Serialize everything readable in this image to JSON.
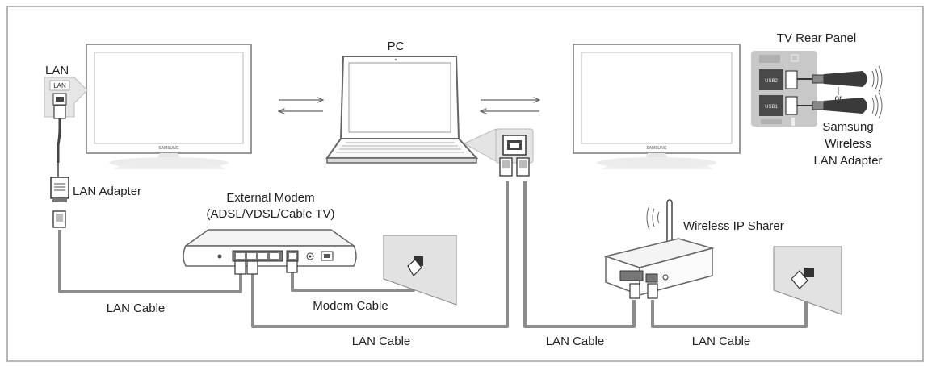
{
  "labels": {
    "lan": "LAN",
    "lan_port": "LAN",
    "lan_adapter": "LAN Adapter",
    "pc": "PC",
    "tv_rear_panel": "TV Rear Panel",
    "samsung_wireless_lan_adapter": [
      "Samsung",
      "Wireless",
      "LAN Adapter"
    ],
    "or": "or",
    "external_modem": [
      "External Modem",
      "(ADSL/VDSL/Cable TV)"
    ],
    "wireless_ip_sharer": "Wireless IP Sharer",
    "lan_cable_left": "LAN Cable",
    "modem_cable": "Modem Cable",
    "lan_cable_center": "LAN Cable",
    "lan_cable_router_left": "LAN Cable",
    "lan_cable_router_right": "LAN Cable",
    "tv_brand": "SAMSUNG",
    "usb1": "USB1",
    "usb2": "USB2"
  }
}
